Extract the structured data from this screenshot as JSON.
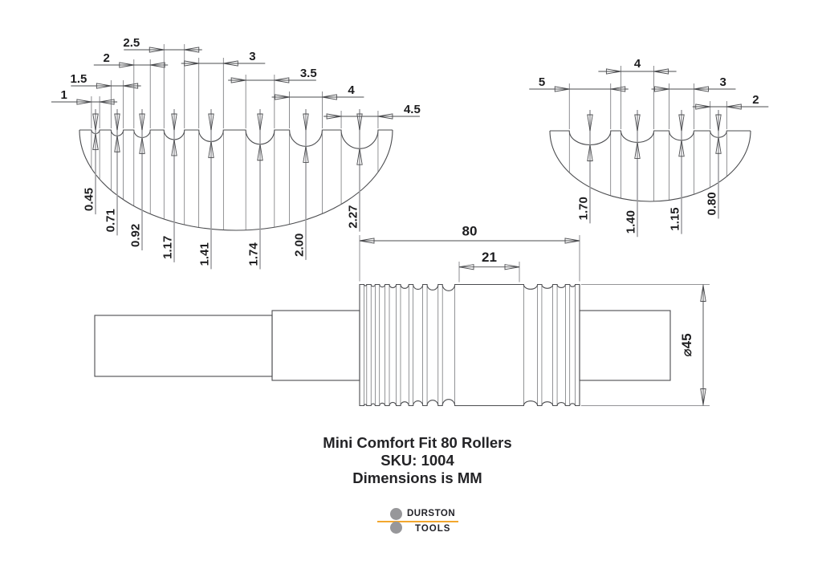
{
  "title_block": {
    "product": "Mini Comfort Fit 80 Rollers",
    "sku": "SKU: 1004",
    "units": "Dimensions is MM"
  },
  "logo": {
    "brand_top": "DURSTON",
    "brand_bottom": "TOOLS",
    "orange": "#F2A72E",
    "gray": "#97979A",
    "text_color": "#222228"
  },
  "drawing": {
    "left_profile": {
      "width_labels": [
        "1",
        "1.5",
        "2",
        "2.5",
        "3",
        "3.5",
        "4",
        "4.5"
      ],
      "widths_mm": [
        1,
        1.5,
        2,
        2.5,
        3,
        3.5,
        4,
        4.5
      ],
      "depth_labels": [
        "0.45",
        "0.71",
        "0.92",
        "1.17",
        "1.41",
        "1.74",
        "2.00",
        "2.27"
      ],
      "depths_mm": [
        0.45,
        0.71,
        0.92,
        1.17,
        1.41,
        1.74,
        2.0,
        2.27
      ]
    },
    "right_profile": {
      "width_labels": [
        "5",
        "4",
        "3",
        "2"
      ],
      "widths_mm": [
        5,
        4,
        3,
        2
      ],
      "depth_labels": [
        "1.70",
        "1.40",
        "1.15",
        "0.80"
      ],
      "depths_mm": [
        1.7,
        1.4,
        1.15,
        0.8
      ]
    },
    "side_view": {
      "overall_length_label": "80",
      "center_section_label": "21",
      "diameter_label": "⌀45"
    }
  }
}
